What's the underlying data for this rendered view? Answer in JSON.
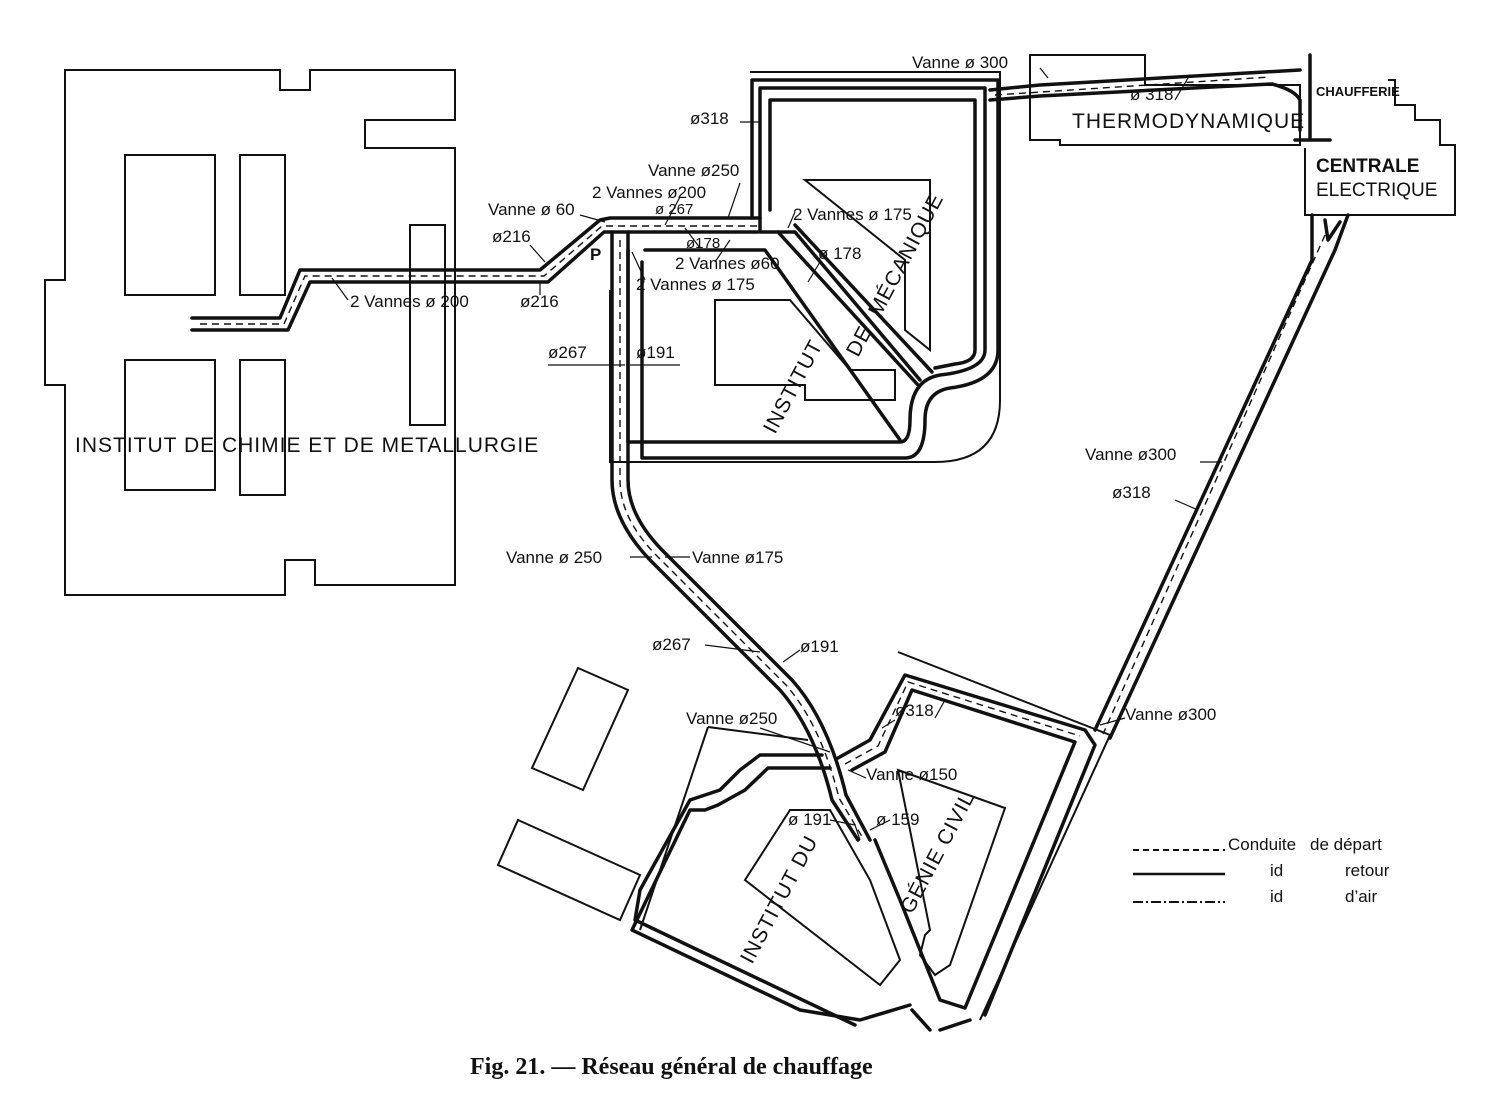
{
  "buildings": {
    "chimie": "INSTITUT  DE  CHIMIE ET DE METALLURGIE",
    "mecanique_1": "INSTITUT",
    "mecanique_2": "DE",
    "mecanique_3": "MÉCANIQUE",
    "thermo": "THERMODYNAMIQUE",
    "chaufferie": "CHAUFFERIE",
    "centrale_1": "CENTRALE",
    "centrale_2": "ELECTRIQUE",
    "genie_1": "INSTITUT   DU",
    "genie_2": "GÉNIE CIVIL"
  },
  "labels": {
    "vanne300_top": "Vanne ø 300",
    "d318_top_right": "ø 318",
    "d318_left": "ø318",
    "vanne250_top": "Vanne ø250",
    "vannes200_top": "2 Vannes ø200",
    "d267_small": "ø 267",
    "vanne60_left": "Vanne ø 60",
    "d216_a": "ø216",
    "d216_b": "ø216",
    "vannes200_bottom": "2 Vannes ø 200",
    "p_label": "P",
    "d178_small": "ø178",
    "vannes60": "2 Vannes ø60",
    "vannes175_lower": "2 Vannes ø 175",
    "vannes175_upper": "2 Vannes ø 175",
    "d178_right": "ø  178",
    "d267_mid": "ø267",
    "d191_mid": "ø191",
    "vanne250_mid": "Vanne ø 250",
    "vanne175_mid": "Vanne ø175",
    "d267_low": "ø267",
    "d191_low": "ø191",
    "vanne300_right": "Vanne ø300",
    "d318_right": "ø318",
    "vanne250_low": "Vanne ø250",
    "d318_low": "ø318",
    "vanne300_low": "Vanne ø300",
    "vanne150": "Vanne ø150",
    "d191_bottom": "ø 191",
    "d159": "ø  159"
  },
  "legend": {
    "depart_1": "Conduite",
    "depart_2": "de  départ",
    "retour_1": "id",
    "retour_2": "retour",
    "air_1": "id",
    "air_2": "d’air"
  },
  "caption": "Fig. 21. — Réseau général de chauffage"
}
